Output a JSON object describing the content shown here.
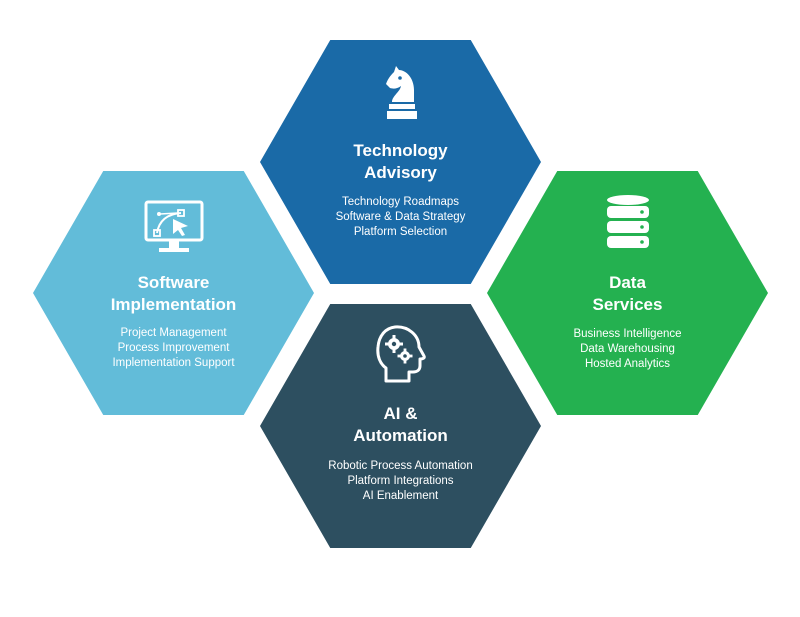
{
  "hexagons": {
    "technology": {
      "color": "#1a6aa7",
      "icon": "chess-knight-icon",
      "title_line1": "Technology",
      "title_line2": "Advisory",
      "items": [
        "Technology Roadmaps",
        "Software & Data Strategy",
        "Platform Selection"
      ]
    },
    "software": {
      "color": "#62bcd9",
      "icon": "monitor-design-icon",
      "title_line1": "Software",
      "title_line2": "Implementation",
      "items": [
        "Project Management",
        "Process Improvement",
        "Implementation Support"
      ]
    },
    "data": {
      "color": "#24b150",
      "icon": "database-icon",
      "title_line1": "Data",
      "title_line2": "Services",
      "items": [
        "Business Intelligence",
        "Data Warehousing",
        "Hosted Analytics"
      ]
    },
    "ai": {
      "color": "#2d4f60",
      "icon": "head-gears-icon",
      "title_line1": "AI &",
      "title_line2": "Automation",
      "items": [
        "Robotic Process Automation",
        "Platform Integrations",
        "AI Enablement"
      ]
    }
  }
}
